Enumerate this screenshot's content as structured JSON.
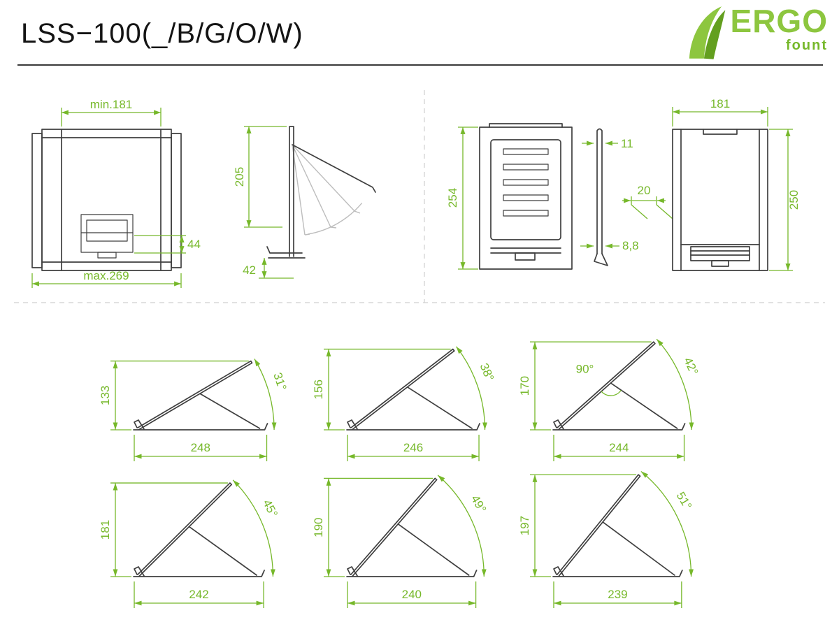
{
  "title": "LSS−100(_/B/G/O/W)",
  "logo": {
    "brand": "ERGO",
    "sub": "fount"
  },
  "colors": {
    "accent": "#76b82a",
    "logo_green": "#8dc63f",
    "line": "#3f3f3f",
    "ghost": "#bdbdbd"
  },
  "top_views": {
    "folded_front": {
      "min_width": "min.181",
      "latch_height": "44",
      "max_width": "max.269"
    },
    "folding_side": {
      "height": "205",
      "foot": "42"
    },
    "open_front": {
      "height": "254"
    },
    "side_profile": {
      "top_thickness": "11",
      "bottom_thickness": "8,8",
      "ledge_depth": "20"
    },
    "back_view": {
      "width": "181",
      "height": "250"
    }
  },
  "angle_views": [
    {
      "height": "133",
      "width": "248",
      "angle": "31°"
    },
    {
      "height": "156",
      "width": "246",
      "angle": "38°"
    },
    {
      "height": "170",
      "width": "244",
      "angle": "42°",
      "perpendicular": "90°"
    },
    {
      "height": "181",
      "width": "242",
      "angle": "45°"
    },
    {
      "height": "190",
      "width": "240",
      "angle": "49°"
    },
    {
      "height": "197",
      "width": "239",
      "angle": "51°"
    }
  ]
}
